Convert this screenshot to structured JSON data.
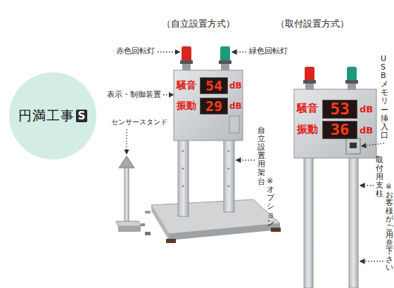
{
  "diagram": {
    "nodes": [
      {
        "text": [
          "円満工事",
          "S"
        ]
      },
      {
        "text": [
          "54"
        ]
      },
      {
        "text": [
          "29"
        ]
      },
      {
        "text": [
          "53"
        ]
      },
      {
        "text": [
          "36"
        ]
      }
    ],
    "labels": [
      "（自立設置方式）",
      "（取付設置方式）",
      "赤色回転灯",
      "緑色回転灯",
      "表示・制御装置",
      "センサースタンド",
      "騒音",
      "dB",
      "振動",
      "dB",
      "自立設置用架台",
      "※オプション",
      "騒音",
      "dB",
      "振動",
      "dB",
      "USBメモリー挿入口",
      "取付用支柱",
      "※お客様がご用意下さい"
    ]
  }
}
